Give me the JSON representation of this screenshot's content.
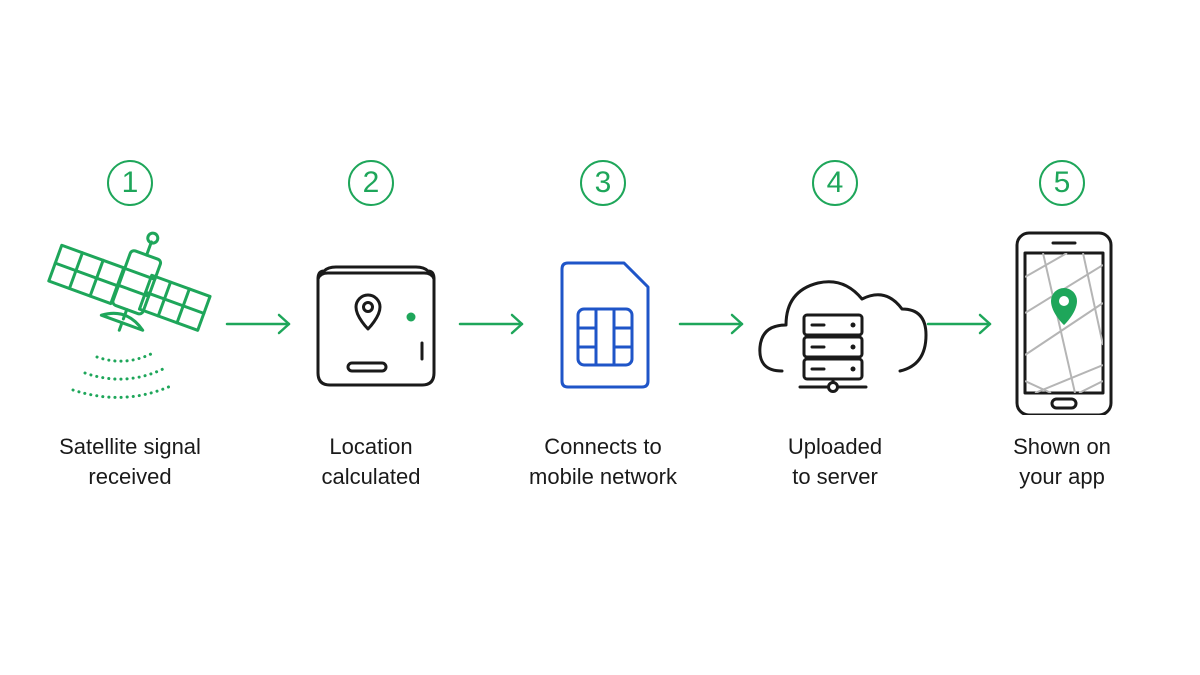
{
  "colors": {
    "green": "#1ea65a",
    "blue": "#1f55c8",
    "ink": "#1a1a1a"
  },
  "steps": [
    {
      "number": "1",
      "icon": "satellite-icon",
      "label": [
        "Satellite signal",
        "received"
      ]
    },
    {
      "number": "2",
      "icon": "gps-tracker-icon",
      "label": [
        "Location",
        "calculated"
      ]
    },
    {
      "number": "3",
      "icon": "sim-card-icon",
      "label": [
        "Connects to",
        "mobile network"
      ]
    },
    {
      "number": "4",
      "icon": "cloud-server-icon",
      "label": [
        "Uploaded",
        "to server"
      ]
    },
    {
      "number": "5",
      "icon": "smartphone-map-icon",
      "label": [
        "Shown on",
        "your app"
      ]
    }
  ]
}
